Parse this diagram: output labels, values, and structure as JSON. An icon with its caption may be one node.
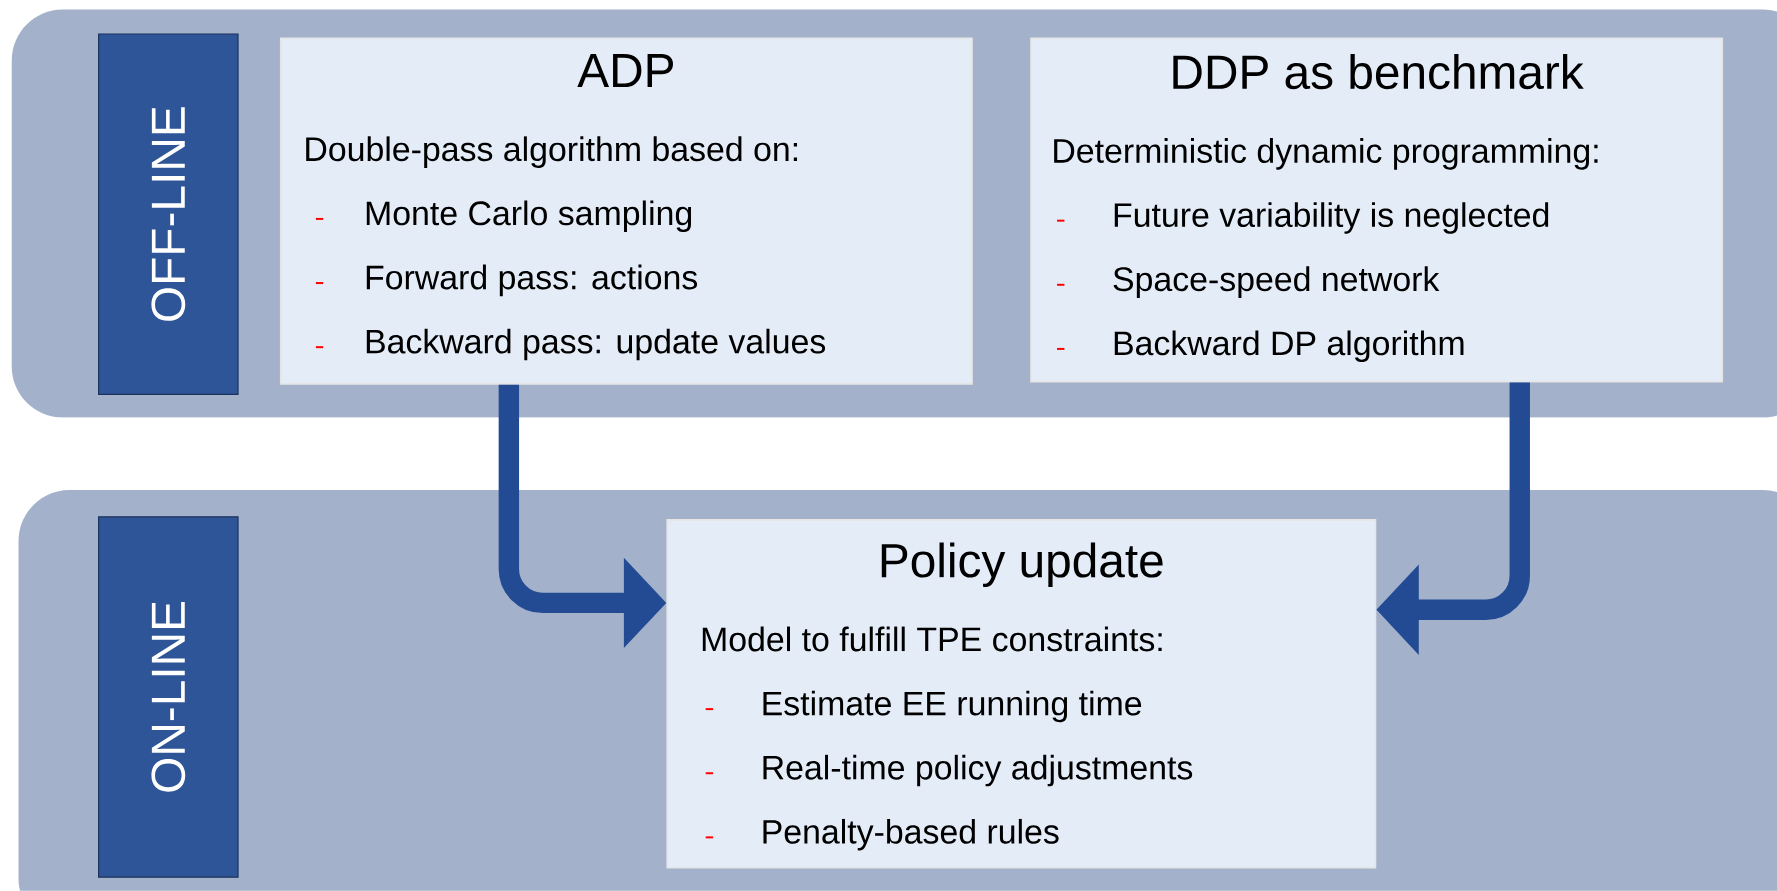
{
  "diagram": {
    "nodes": [
      {
        "text": [],
        "shape": "band"
      },
      {
        "text": [
          "OFF-LINE"
        ],
        "in": 0
      },
      {
        "text": [
          "ADP",
          "Double-pass algorithm based on:",
          "Monte Carlo sampling",
          "Forward pass: actions",
          "Backward pass: update values"
        ],
        "in": 0
      },
      {
        "text": [
          "DDP as benchmark",
          "Deterministic dynamic programming:",
          "Future variability is neglected",
          "Space-speed network",
          "Backward DP algorithm"
        ],
        "in": 0
      },
      {
        "text": [],
        "shape": "band"
      },
      {
        "text": [
          "ON-LINE"
        ],
        "in": 4
      },
      {
        "text": [
          "Policy update",
          "Model to fulfill TPE constraints:",
          "Estimate EE running time",
          "Real-time policy adjustments",
          "Penalty-based rules"
        ],
        "in": 4
      }
    ],
    "edges": [
      {
        "from": 2,
        "to": 6,
        "arrow": "to"
      },
      {
        "from": 3,
        "to": 6,
        "arrow": "to"
      }
    ]
  }
}
